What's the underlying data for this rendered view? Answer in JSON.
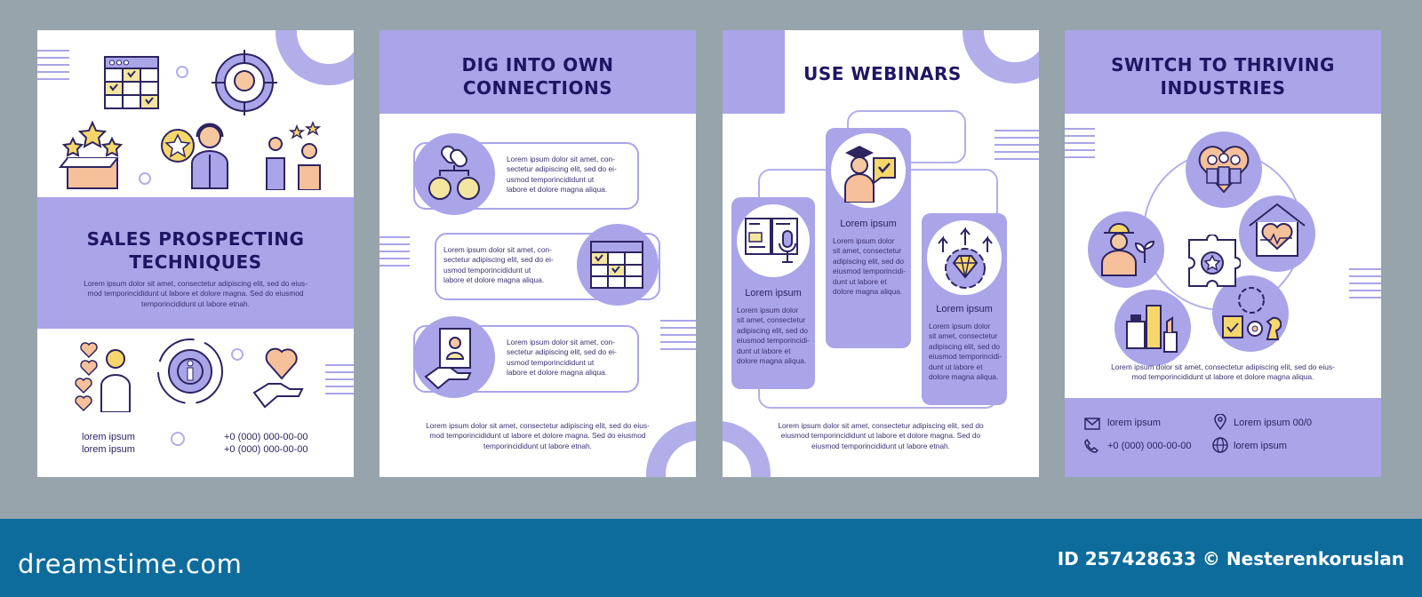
{
  "pages": [
    {
      "title_line1": "SALES PROSPECTING",
      "title_line2": "TECHNIQUES",
      "body_line1": "Lorem ipsum dolor sit amet, consectetur adipiscing elit, sed do eius-",
      "body_line2": "mod temporincididunt ut labore et dolore magna. Sed do eiusmod",
      "body_line3": "temporincididunt ut labore etnah.",
      "contact_left_1": "lorem ipsum",
      "contact_left_2": "lorem ipsum",
      "contact_right_1": "+0 (000) 000-00-00",
      "contact_right_2": "+0 (000) 000-00-00"
    },
    {
      "title_line1": "DIG INTO OWN",
      "title_line2": "CONNECTIONS",
      "card1": [
        "Lorem ipsum dolor sit amet, con-",
        "sectetur adipiscing elit, sed do ei-",
        "usmod temporincididunt ut",
        "labore et dolore magna aliqua."
      ],
      "card2": [
        "Lorem ipsum dolor sit amet, con-",
        "sectetur adipiscing elit, sed do ei-",
        "usmod temporincididunt ut",
        "labore et dolore magna aliqua."
      ],
      "card3": [
        "Lorem ipsum dolor sit amet, con-",
        "sectetur adipiscing elit, sed do ei-",
        "usmod temporincididunt ut",
        "labore et dolore magna aliqua."
      ],
      "footer_line1": "Lorem ipsum dolor sit amet, consectetur adipiscing elit, sed do eius-",
      "footer_line2": "mod temporincididunt ut labore et dolore magna. Sed do eiusmod",
      "footer_line3": "temporincididunt ut labore etnah."
    },
    {
      "title": "USE WEBINARS",
      "col1_heading": "Lorem ipsum",
      "col1_body": [
        "Lorem ipsum dolor",
        "sit amet, consectetur",
        "adipiscing elit, sed do",
        "eiusmod temporincidi-",
        "dunt ut labore et",
        "dolore magna aliqua."
      ],
      "col2_heading": "Lorem ipsum",
      "col2_body": [
        "Lorem ipsum dolor",
        "sit amet, consectetur",
        "adipiscing elit, sed do",
        "eiusmod temporincidi-",
        "dunt ut labore et",
        "dolore magna aliqua."
      ],
      "col3_heading": "Lorem ipsum",
      "col3_body": [
        "Lorem ipsum dolor",
        "sit amet, consectetur",
        "adipiscing elit, sed do",
        "eiusmod temporincidi-",
        "dunt ut labore et",
        "dolore magna aliqua."
      ],
      "footer_line1": "Lorem ipsum dolor sit amet, consectetur adipiscing elit, sed do",
      "footer_line2": "eiusmod temporincididunt ut labore et dolore magna. Sed do",
      "footer_line3": "eiusmod temporincididunt ut labore etnah."
    },
    {
      "title_line1": "SWITCH TO THRIVING",
      "title_line2": "INDUSTRIES",
      "body_line1": "Lorem ipsum dolor sit amet, consectetur adipiscing elit, sed do eius-",
      "body_line2": "mod temporincididunt ut labore et dolore magna aliqua.",
      "email": "lorem ipsum",
      "address": "Lorem ipsum 00/0",
      "phone": "+0 (000) 000-00-00",
      "website": "lorem ipsum"
    }
  ],
  "site_logo": "dreamstime.com",
  "credit": "ID 257428633 © Nesterenkoruslan",
  "colors": {
    "background": "#97a4ab",
    "accent": "#a9a5e8",
    "heading": "#1f1563",
    "footer": "#0d6c9b"
  }
}
